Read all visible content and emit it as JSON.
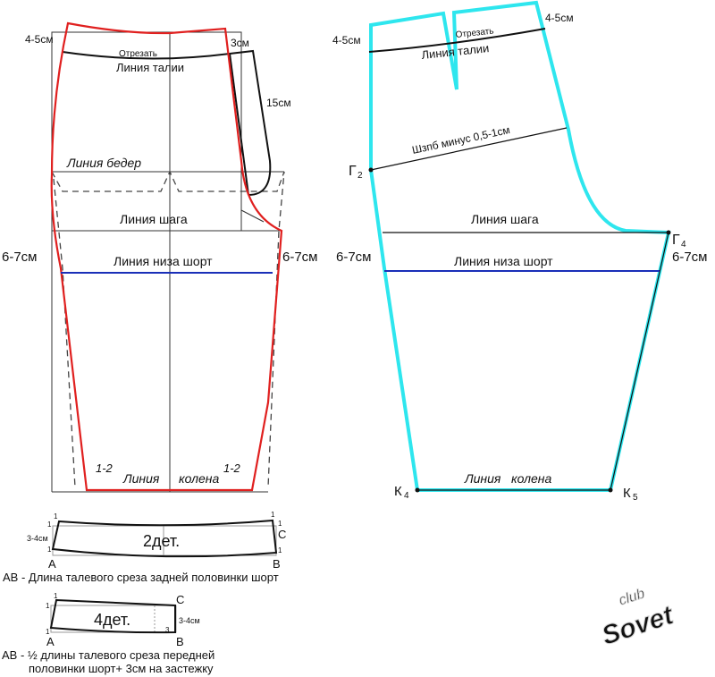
{
  "back_piece": {
    "top_offset": "4-5см",
    "fly_top": "3см",
    "fly_length": "15см",
    "cut_off": "Отрезать",
    "waist_line": "Линия талии",
    "hip_line": "Линия бедер",
    "crotch_line": "Линия шага",
    "side_left": "6-7см",
    "side_right": "6-7см",
    "shorts_hem_line": "Линия низа шорт",
    "knee_line_1": "Линия",
    "knee_line_2": "колена",
    "knee_left": "1-2",
    "knee_right": "1-2"
  },
  "front_piece": {
    "top_left_offset": "4-5см",
    "top_right_offset": "4-5см",
    "cut_off": "Отрезать",
    "waist_line": "Линия талии",
    "seat_line": "Шзпб минус 0,5-1см",
    "point_g2": "Г",
    "point_g2_sub": "2",
    "point_g4": "Г",
    "point_g4_sub": "4",
    "crotch_line": "Линия шага",
    "side_left": "6-7см",
    "side_right": "6-7см",
    "shorts_hem_line": "Линия низа шорт",
    "knee_line": "Линия   колена",
    "point_k4": "К",
    "point_k4_sub": "4",
    "point_k5": "К",
    "point_k5_sub": "5"
  },
  "belt_back": {
    "label": "2дет.",
    "height": "3-4см",
    "mark": "1",
    "point_a": "A",
    "point_b": "B",
    "point_c": "C",
    "caption": "АВ - Длина талевого среза задней половинки шорт"
  },
  "belt_front": {
    "label": "4дет.",
    "height": "3-4см",
    "mark": "1",
    "mark_3": "3",
    "point_a": "A",
    "point_b": "B",
    "point_c": "C",
    "caption_1": "АВ - ½ длины талевого среза передней",
    "caption_2": "половинки шорт+ 3см на застежку"
  },
  "watermark": "club Sovet",
  "colors": {
    "back_outline": "#e0201f",
    "front_outline": "#2ee6ee",
    "hem_line": "#1a2fb8"
  }
}
